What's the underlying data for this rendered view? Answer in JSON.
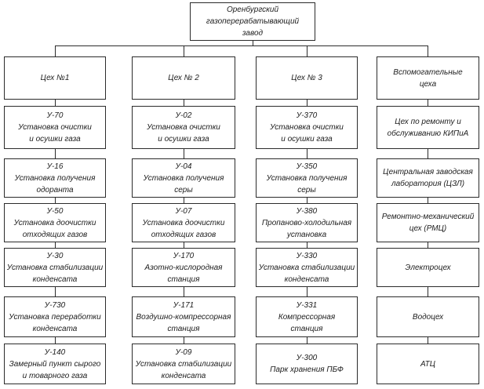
{
  "chart": {
    "root": {
      "label": "Оренбургский\nгазоперерабатывающий\nзавод"
    },
    "columns": [
      {
        "header": "Цех №1",
        "boxes": [
          {
            "code": "У-70",
            "label": "Установка очистки\nи осушки газа"
          },
          {
            "code": "У-16",
            "label": "Установка получения\nодоранта"
          },
          {
            "code": "У-50",
            "label": "Установка доочистки\nотходящих газов"
          },
          {
            "code": "У-30",
            "label": "Установка стабилизации\nконденсата"
          },
          {
            "code": "У-730",
            "label": "Установка переработки\nконденсата"
          },
          {
            "code": "У-140",
            "label": "Замерный пункт сырого\nи товарного газа"
          }
        ]
      },
      {
        "header": "Цех № 2",
        "boxes": [
          {
            "code": "У-02",
            "label": "Установка очистки\nи осушки газа"
          },
          {
            "code": "У-04",
            "label": "Установка получения\nсеры"
          },
          {
            "code": "У-07",
            "label": "Установка доочистки\nотходящих газов"
          },
          {
            "code": "У-170",
            "label": "Азотно-кислородная\nстанция"
          },
          {
            "code": "У-171",
            "label": "Воздушно-компрессорная\nстанция"
          },
          {
            "code": "У-09",
            "label": "Установка стабилизации\nконденсата"
          }
        ]
      },
      {
        "header": "Цех № 3",
        "boxes": [
          {
            "code": "У-370",
            "label": "Установка очистки\nи осушки газа"
          },
          {
            "code": "У-350",
            "label": "Установка получения\nсеры"
          },
          {
            "code": "У-380",
            "label": "Пропаново-холодильная\nустановка"
          },
          {
            "code": "У-330",
            "label": "Установка стабилизации\nконденсата"
          },
          {
            "code": "У-331",
            "label": "Компрессорная\nстанция"
          },
          {
            "code": "У-300",
            "label": "Парк хранения ПБФ"
          }
        ]
      },
      {
        "header": "Вспомогательные\nцеха",
        "boxes": [
          {
            "label": "Цех по ремонту и\nобслуживанию КИПиА"
          },
          {
            "label": "Центральная заводская\nлаборатория (ЦЗЛ)"
          },
          {
            "label": "Ремонтно-механический\nцех (РМЦ)"
          },
          {
            "label": "Электроцех"
          },
          {
            "label": "Водоцех"
          },
          {
            "label": "АТЦ"
          }
        ]
      }
    ],
    "line_color": "#2b2b2b"
  }
}
